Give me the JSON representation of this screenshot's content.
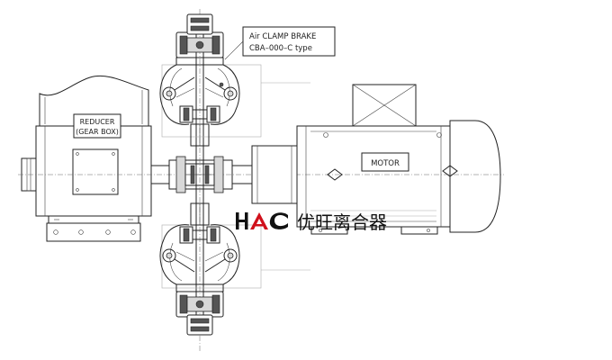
{
  "labels": {
    "reducer_line1": "REDUCER",
    "reducer_line2": "(GEAR BOX)",
    "brake_line1": "Air  CLAMP  BRAKE",
    "brake_line2": "CBA–000–C  type",
    "motor": "MOTOR"
  },
  "logo": {
    "mark": "HAC",
    "company_cn": "优旺离合器",
    "accent_color": "#d0101b",
    "mark_color": "#111111"
  }
}
